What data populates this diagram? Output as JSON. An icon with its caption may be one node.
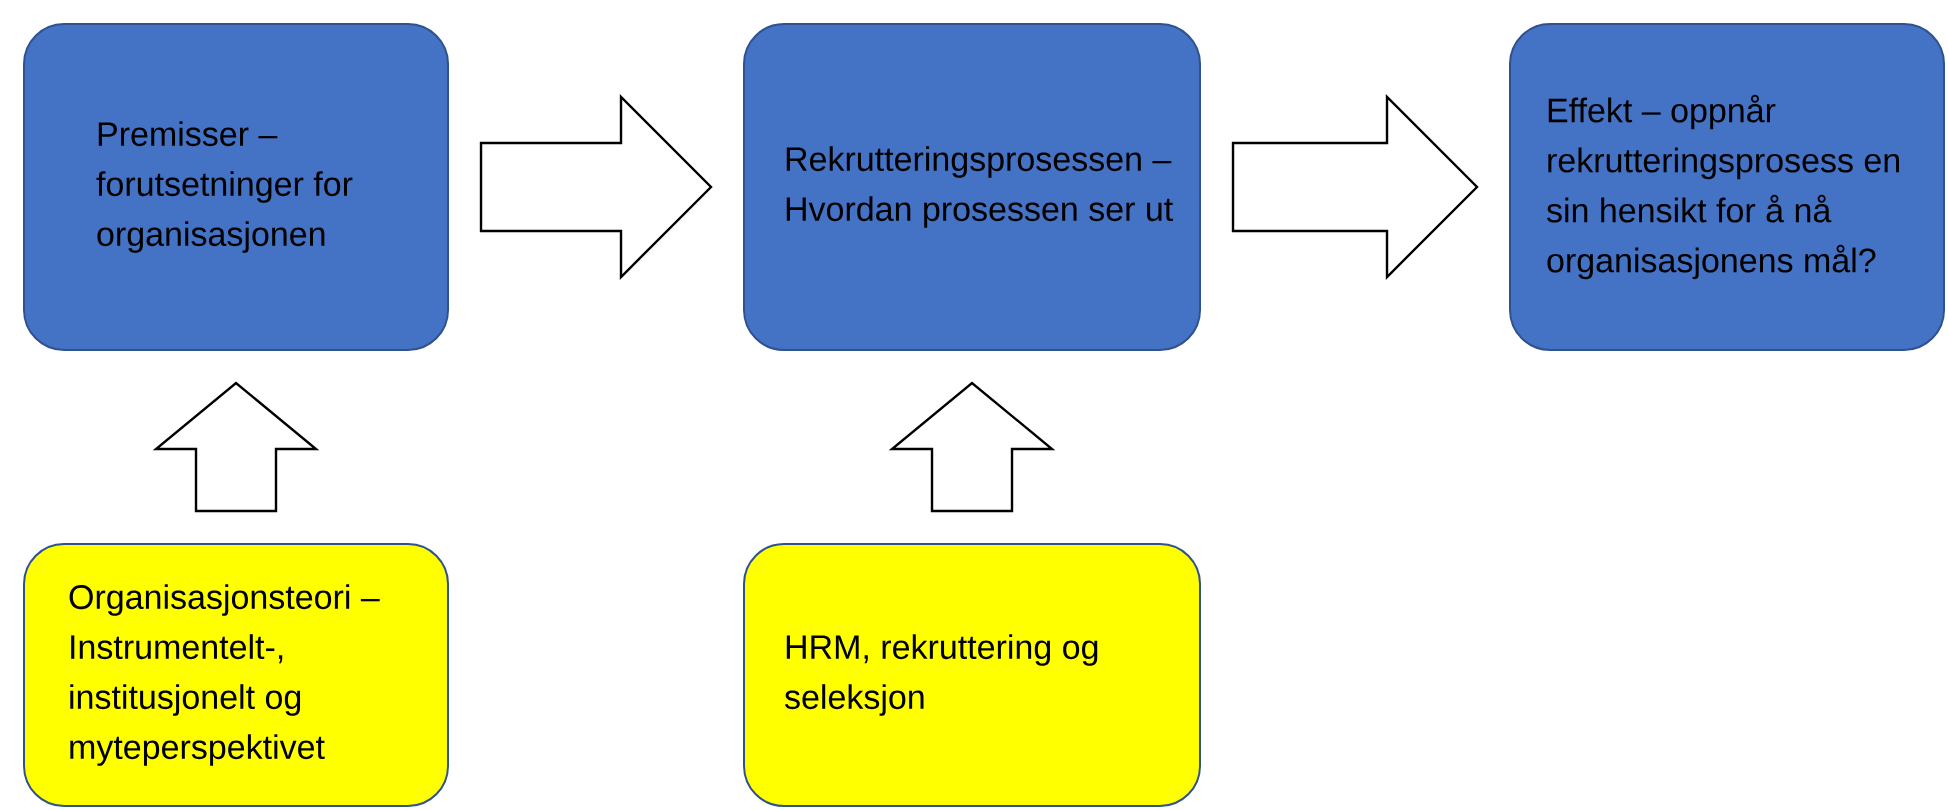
{
  "diagram": {
    "nodes": [
      {
        "text": [
          "Premisser – forutsetninger for organisasjonen"
        ]
      },
      {
        "text": [
          "Rekrutteringsprosessen – Hvordan prosessen ser ut"
        ]
      },
      {
        "text": [
          "Effekt – oppnår rekrutteringsprosess en sin hensikt for å nå organisasjonens mål?"
        ]
      },
      {
        "text": [
          "Organisasjonsteori – Instrumentelt-, institusjonelt og myteperspektivet"
        ]
      },
      {
        "text": [
          "HRM, rekruttering og seleksjon"
        ]
      }
    ],
    "edges": [
      {
        "from": 0,
        "to": 1,
        "arrow": "to"
      },
      {
        "from": 1,
        "to": 2,
        "arrow": "to"
      },
      {
        "from": 3,
        "to": 0,
        "arrow": "to"
      },
      {
        "from": 4,
        "to": 1,
        "arrow": "to"
      }
    ]
  }
}
